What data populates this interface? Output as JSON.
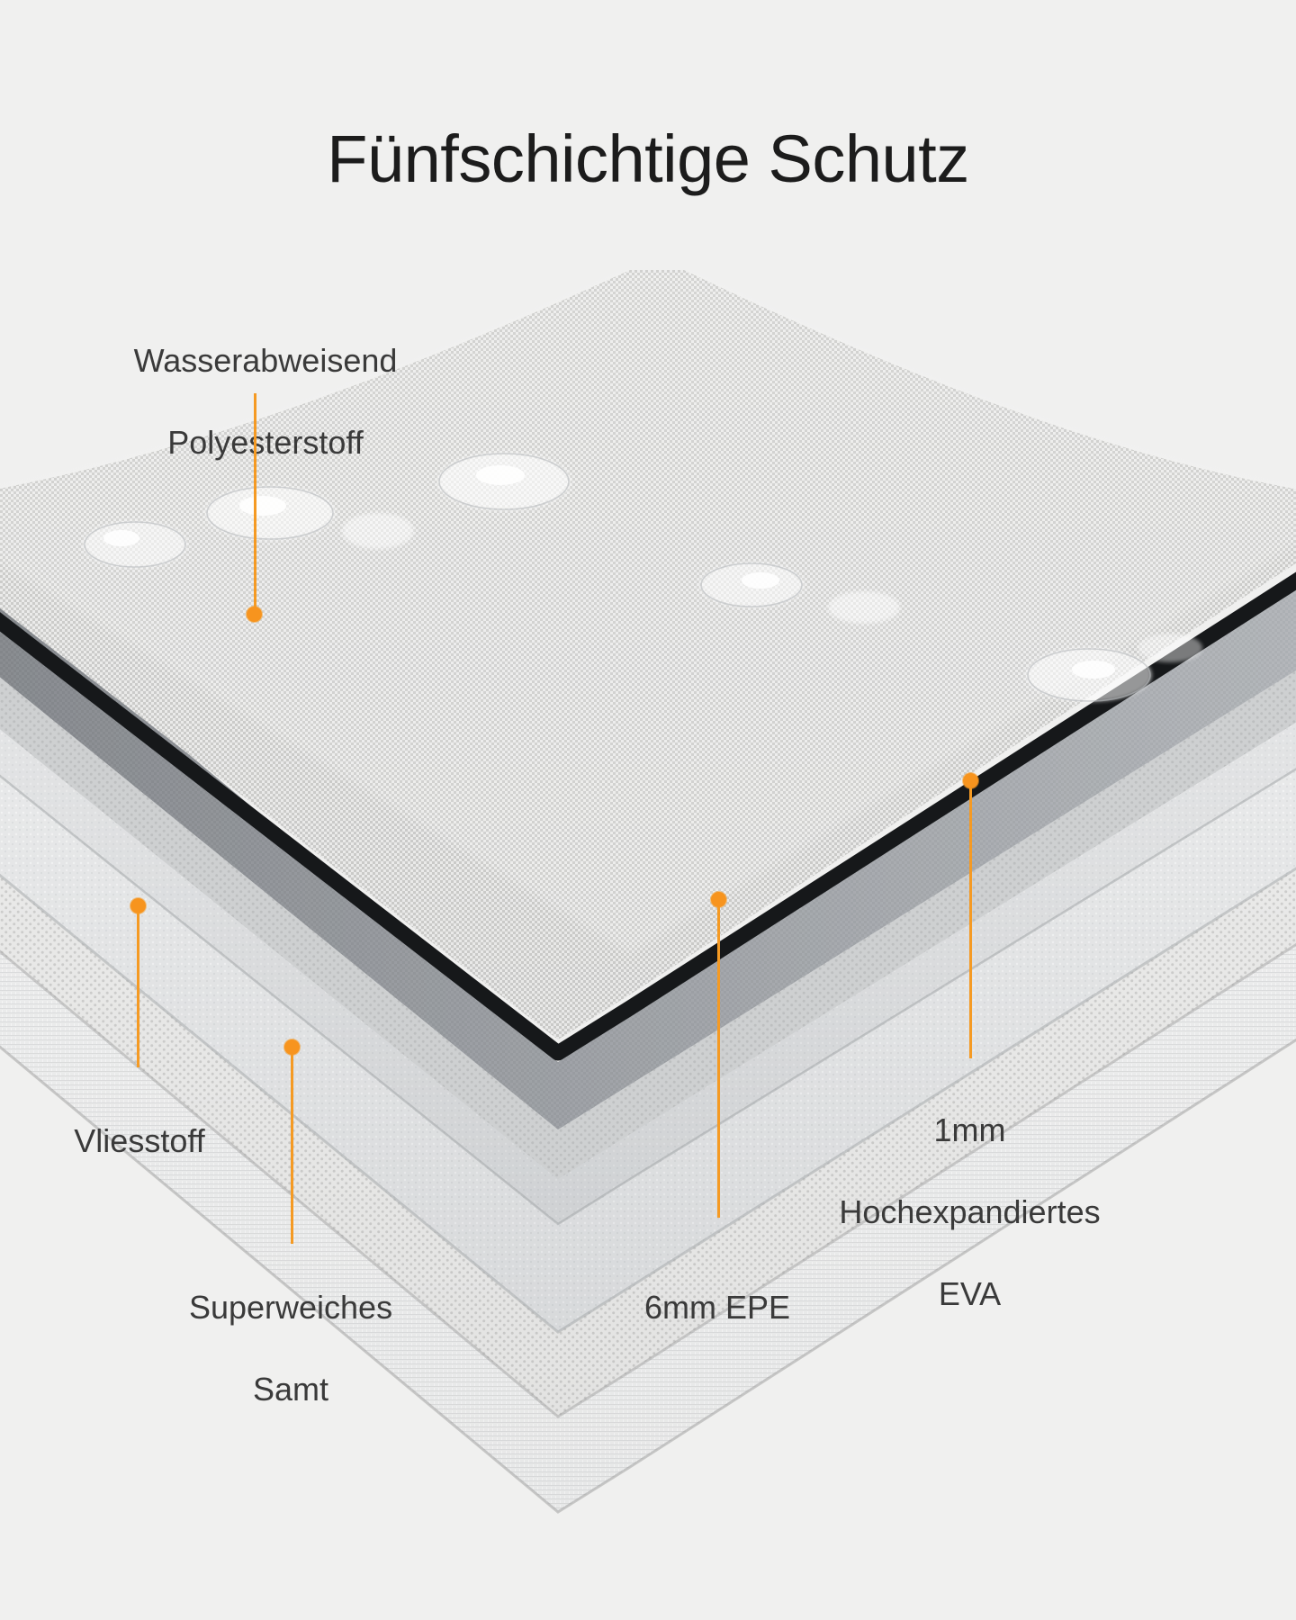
{
  "page": {
    "title": "Fünfschichtige Schutz",
    "background_color": "#f0f0ef",
    "accent_color": "#f7941e",
    "text_color": "#3a3a3a",
    "title_color": "#1c1c1c"
  },
  "callouts": [
    {
      "id": "polyester",
      "label": "Wasserabweisend\nPolyesterstoff",
      "line1": "Wasserabweisend",
      "line2": "Polyesterstoff",
      "marker_color": "#f7941e"
    },
    {
      "id": "vliesstoff",
      "label": "Vliesstoff",
      "line1": "Vliesstoff",
      "line2": "",
      "marker_color": "#f7941e"
    },
    {
      "id": "samt",
      "label": "Superweiches\nSamt",
      "line1": "Superweiches",
      "line2": "Samt",
      "marker_color": "#f7941e"
    },
    {
      "id": "epe",
      "label": "6mm EPE",
      "line1": "6mm EPE",
      "line2": "",
      "marker_color": "#f7941e"
    },
    {
      "id": "eva",
      "label": "1mm\nHochexpandiertes\nEVA",
      "line1": "1mm",
      "line2": "Hochexpandiertes",
      "line3": "EVA",
      "marker_color": "#f7941e"
    }
  ],
  "layers": {
    "count": 5,
    "names": [
      "Wasserabweisend Polyesterstoff",
      "1mm Hochexpandiertes EVA",
      "6mm EPE",
      "Vliesstoff",
      "Superweiches Samt"
    ]
  }
}
